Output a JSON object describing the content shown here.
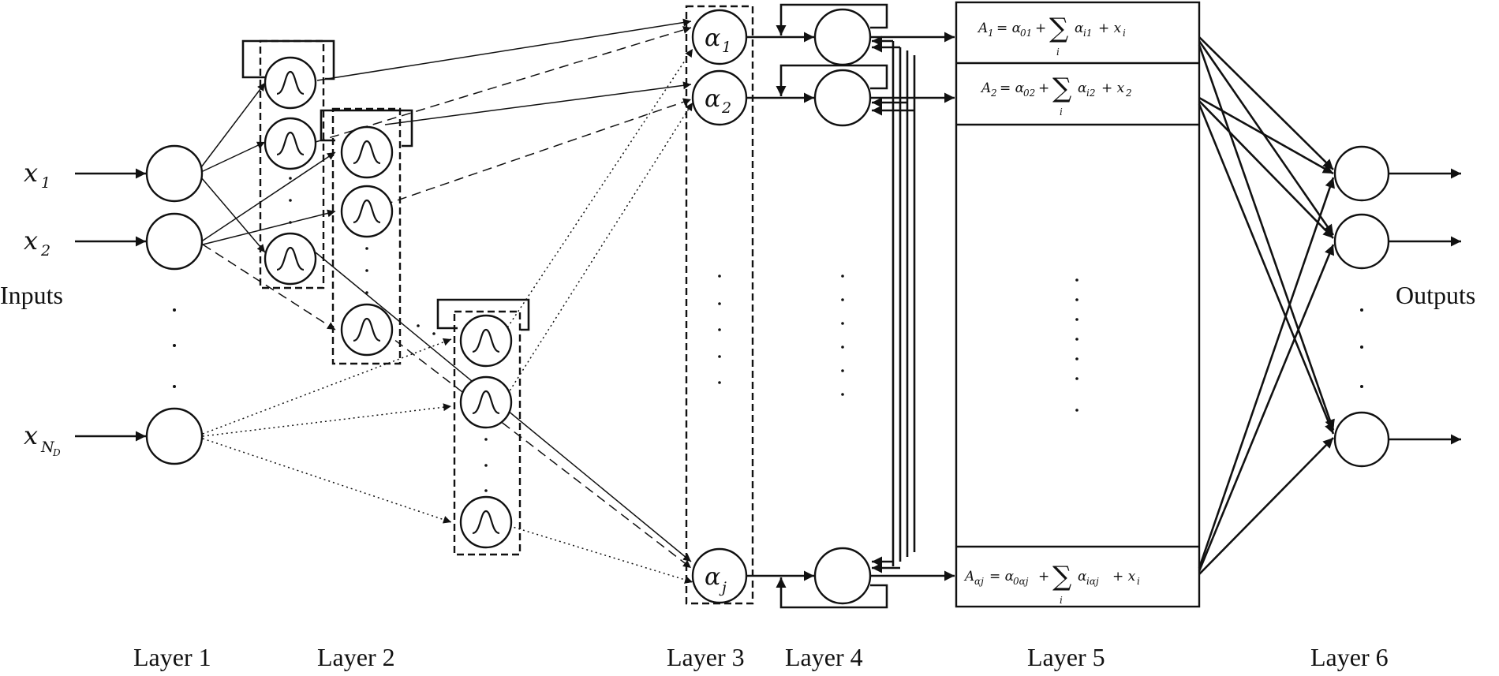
{
  "inputs": {
    "x1": {
      "base": "x",
      "sub": "1"
    },
    "x2": {
      "base": "x",
      "sub": "2"
    },
    "xN": {
      "base": "x",
      "sub": "N",
      "subsub": "D"
    },
    "label": "Inputs"
  },
  "outputs_label": "Outputs",
  "rule_nodes": {
    "a1": {
      "base": "α",
      "sub": "1"
    },
    "a2": {
      "base": "α",
      "sub": "2"
    },
    "aj": {
      "base": "α",
      "sub": "j"
    }
  },
  "equations": {
    "eq1": {
      "lhs": "A",
      "lhs_sub": "1",
      "rhs_a": "= α",
      "rhs_a_sub": "01",
      "plus1": "+",
      "sum": "∑",
      "sum_sub": "i",
      "term": "α",
      "term_sub": "i1",
      "plus2": "+ x",
      "x_sub": "i"
    },
    "eq2": {
      "lhs": "A",
      "lhs_sub": "2",
      "rhs_a": "= α",
      "rhs_a_sub": "02",
      "plus1": "+",
      "sum": "∑",
      "sum_sub": "i",
      "term": "α",
      "term_sub": "i2",
      "plus2": "+ x",
      "x_sub": "2"
    },
    "eqj": {
      "lhs": "A",
      "lhs_sub": "αj",
      "rhs_a": "= α",
      "rhs_a_sub": "0αj",
      "plus1": "+",
      "sum": "∑",
      "sum_sub": "i",
      "term": "α",
      "term_sub": "iαj",
      "plus2": "+ x",
      "x_sub": "i"
    }
  },
  "layers": [
    "Layer 1",
    "Layer 2",
    "Layer 3",
    "Layer 4",
    "Layer 5",
    "Layer 6"
  ]
}
